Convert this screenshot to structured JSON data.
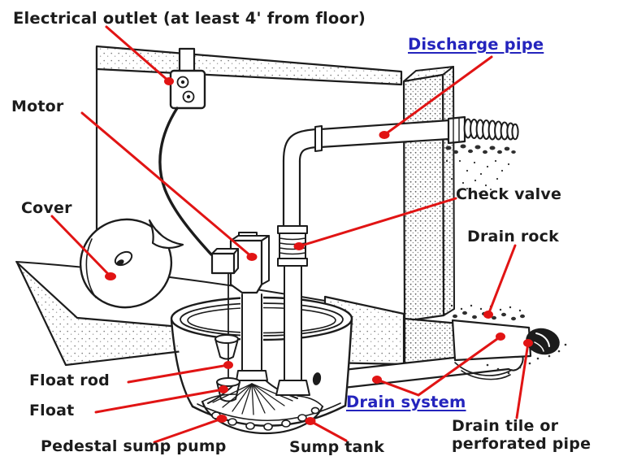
{
  "labels": {
    "electrical_outlet": "Electrical outlet (at least 4' from floor)",
    "motor": "Motor",
    "cover": "Cover",
    "check_valve": "Check valve",
    "drain_rock": "Drain rock",
    "float_rod": "Float rod",
    "float": "Float",
    "pedestal_sump_pump": "Pedestal sump pump",
    "sump_tank": "Sump tank",
    "drain_tile_line1": "Drain tile or",
    "drain_tile_line2": "perforated pipe"
  },
  "links": {
    "discharge_pipe": "Discharge pipe",
    "drain_system": "Drain system"
  },
  "colors": {
    "leader_red": "#e11414",
    "link_blue": "#2424bd",
    "ink": "#1c1c1c"
  }
}
